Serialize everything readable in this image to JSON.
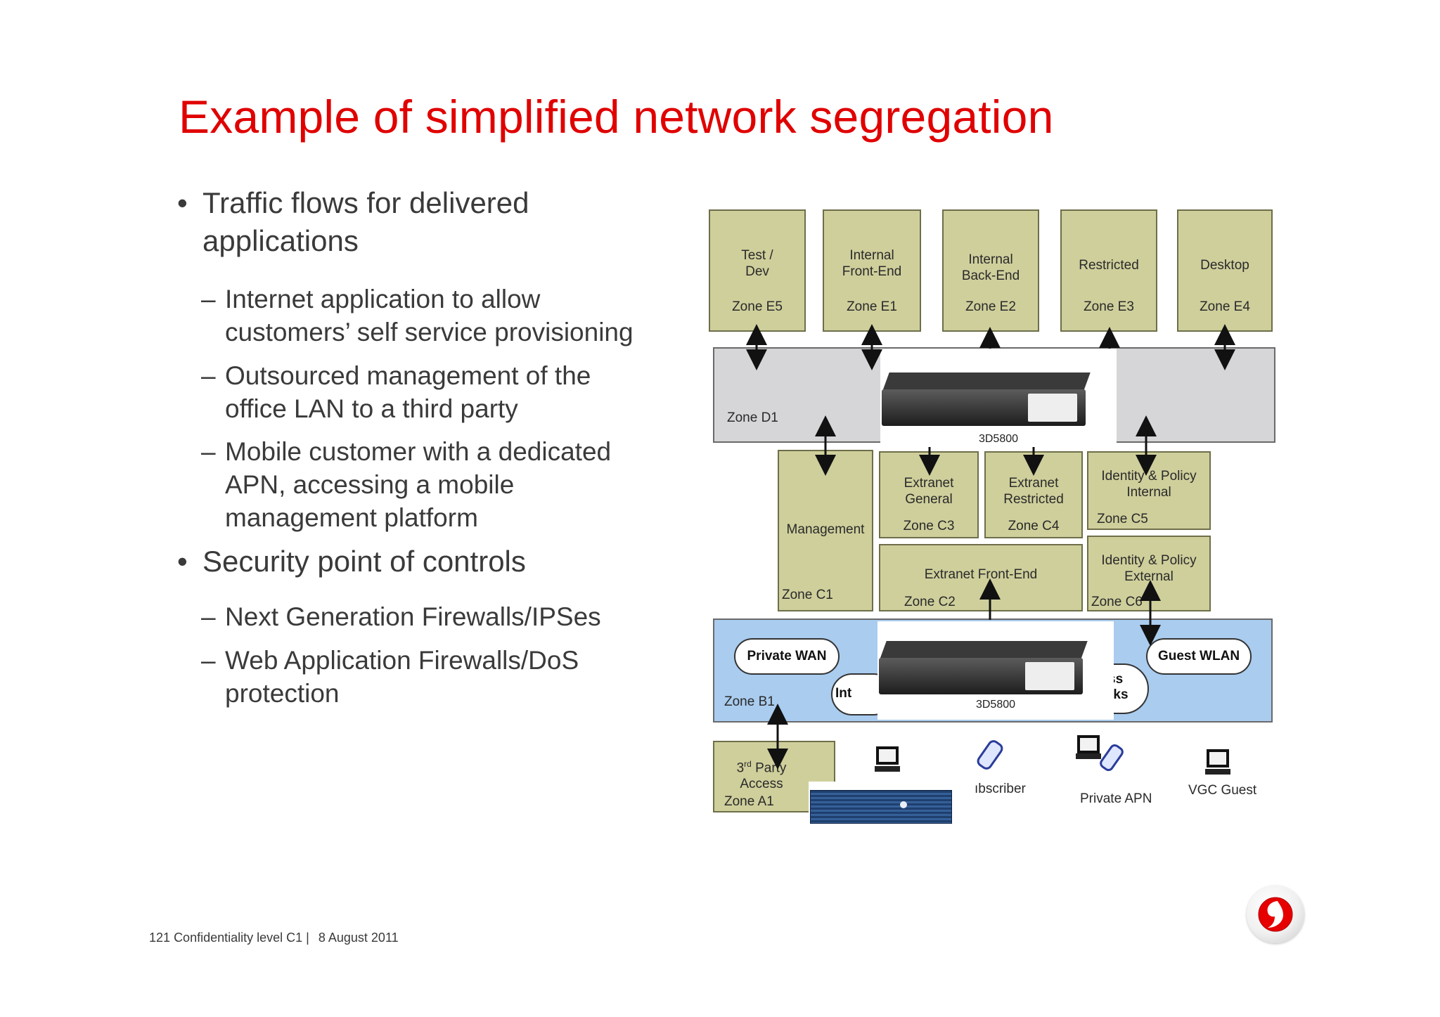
{
  "title": "Example of simplified network segregation",
  "bullets": [
    {
      "text": "Traffic flows for delivered",
      "text2": "applications"
    },
    {
      "text": "Security point of controls"
    }
  ],
  "subbullets": {
    "a1": "Internet application to allow",
    "a2": "customers’ self service provisioning",
    "b1": "Outsourced management of the",
    "b2": "office LAN to a third party",
    "c1": "Mobile customer with a dedicated",
    "c2": "APN, accessing a mobile",
    "c3": "management platform",
    "d1": "Next Generation Firewalls/IPSes",
    "e1": "Web Application Firewalls/DoS",
    "e2": "protection"
  },
  "bullet_glyph": "•",
  "dash_glyph": "–",
  "footer": {
    "page": "121",
    "conf": "Confidentiality level  C1 |",
    "date": "8 August 2011"
  },
  "diagram": {
    "zones_e": [
      {
        "name": "Test /\nDev",
        "zone": "Zone E5"
      },
      {
        "name": "Internal\nFront-End",
        "zone": "Zone E1"
      },
      {
        "name": "Internal\nBack-End",
        "zone": "Zone E2"
      },
      {
        "name": "Restricted",
        "zone": "Zone E3"
      },
      {
        "name": "Desktop",
        "zone": "Zone E4"
      }
    ],
    "zone_d1": "Zone D1",
    "device_top_label": "3D5800",
    "device_bottom_label": "3D5800",
    "management": {
      "name": "Management",
      "zone": "Zone C1"
    },
    "extranet_general": {
      "name": "Extranet\nGeneral",
      "zone": "Zone C3"
    },
    "extranet_restricted": {
      "name": "Extranet\nRestricted",
      "zone": "Zone C4"
    },
    "identity_internal": {
      "name": "Identity & Policy\nInternal",
      "zone": "Zone C5"
    },
    "extranet_frontend": {
      "name": "Extranet Front-End",
      "zone": "Zone C2"
    },
    "identity_external": {
      "name": "Identity & Policy\nExternal",
      "zone": "Zone C6"
    },
    "zone_b1": "Zone B1",
    "cloud_private_wan": "Private WAN",
    "cloud_guest_wlan": "Guest WLAN",
    "cloud_int_fragment": "Int",
    "cloud_networks_fragment_1": "ss",
    "cloud_networks_fragment_2": "rks",
    "third_party": {
      "name": "3rd Party\nAccess",
      "zone": "Zone A1"
    },
    "subscriber_fragment": "ıbscriber",
    "private_apn": "Private APN",
    "vgc_guest": "VGC Guest"
  },
  "colors": {
    "title": "#e00000",
    "zone_fill": "#cfcf9c",
    "zone_d_fill": "#d6d6d8",
    "zone_b_fill": "#a9ccef",
    "vodafone_red": "#e60000"
  }
}
